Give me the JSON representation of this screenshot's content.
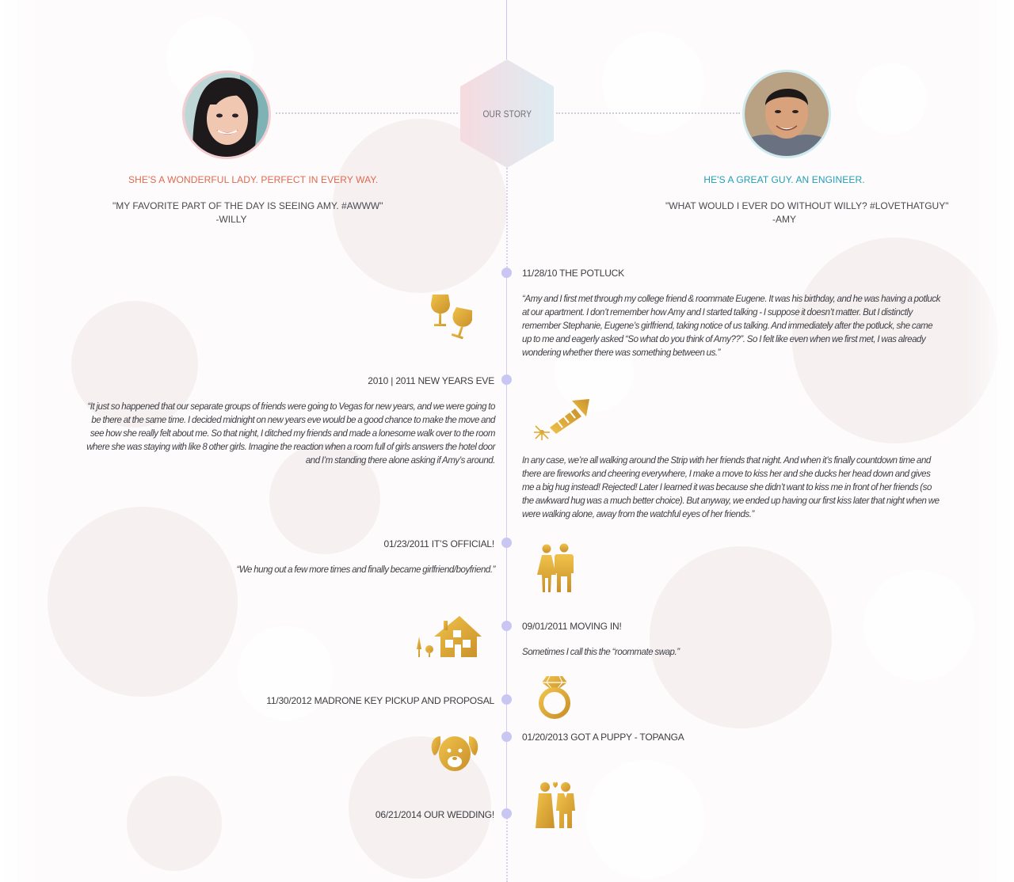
{
  "header": {
    "label": "OUR STORY"
  },
  "her": {
    "caption": "SHE'S A WONDERFUL LADY. PERFECT IN EVERY WAY.",
    "quote": "\"MY FAVORITE PART OF THE DAY IS SEEING AMY. #AWWW\"",
    "quote_author": "-WILLY"
  },
  "him": {
    "caption": "HE'S A GREAT GUY. AN ENGINEER.",
    "quote": "\"WHAT WOULD I EVER DO WITHOUT WILLY? #LOVETHATGUY\"",
    "quote_author": "-AMY"
  },
  "events": [
    {
      "title": "11/28/10 THE POTLUCK",
      "text": "“Amy and I first met through my college friend & roommate Eugene. It was his birthday, and he was having a potluck at our apartment. I don’t remember how Amy and I started talking - I suppose it doesn’t matter. But I distinctly remember Stephanie, Eugene’s girlfriend, taking notice of us talking.  And immediately after the potluck, she came up to me and eagerly asked “So what do you think of Amy??”. So I felt like even when we first met, I was already wondering whether there was something between us.”",
      "icon": "wine-glasses-icon"
    },
    {
      "title": "2010  |  2011 NEW YEARS EVE",
      "text_left": "“It just so happened that our separate groups of friends were going to Vegas for new years, and we were going to be there at the same time. I decided midnight on new years eve would be a good chance to make the move and see how she really felt about me. So that night, I ditched my friends and made a lonesome walk over to the room where she was staying with like 8 other girls. Imagine the reaction when a room full of girls answers the hotel door and I’m standing there alone asking if Amy’s around.",
      "text_right": "In any case, we’re all walking around the Strip with her friends that night. And when it’s finally countdown time and there are fireworks and cheering everywhere, I make a move to kiss her and she ducks her head down and gives me a big hug instead! Rejected! Later I learned it was because she didn’t want to kiss me in front of her friends (so the awkward hug was a much better choice). But anyway, we ended up having our first kiss later that night when we were walking alone, away from the watchful eyes of her friends.”",
      "icon": "firework-rocket-icon"
    },
    {
      "title": "01/23/2011 IT’S OFFICIAL!",
      "text": "“We hung out a few more times and finally became girlfriend/boyfriend.”",
      "icon": "couple-icon"
    },
    {
      "title": "09/01/2011 MOVING IN!",
      "text": "Sometimes I call this the “roommate swap.”",
      "icon": "house-icon"
    },
    {
      "title": "11/30/2012 MADRONE KEY PICKUP AND PROPOSAL",
      "icon": "diamond-ring-icon"
    },
    {
      "title": "01/20/2013 GOT A PUPPY - TOPANGA",
      "icon": "puppy-icon"
    },
    {
      "title": "06/21/2014 OUR WEDDING!",
      "icon": "bride-groom-icon"
    }
  ],
  "colors": {
    "gold": "#d9a532",
    "her_accent": "#e0694f",
    "him_accent": "#1f9fb6",
    "timeline": "#c9c6f4"
  }
}
